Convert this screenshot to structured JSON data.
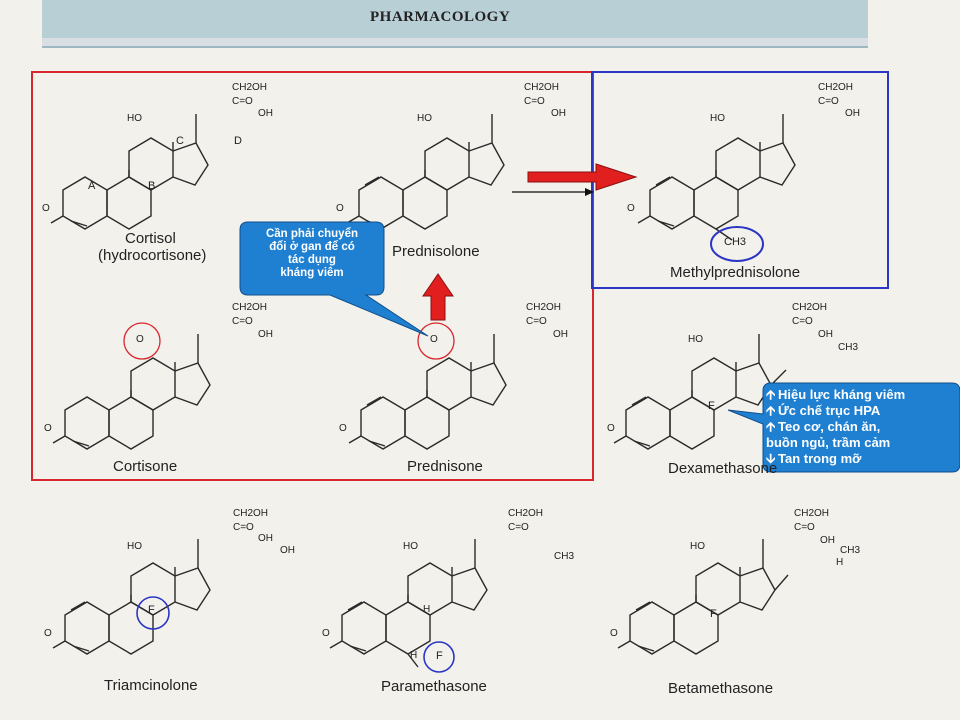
{
  "header": {
    "title": "PHARMACOLOGY"
  },
  "compounds": {
    "cortisol": {
      "name": "Cortisol",
      "alt_name": "(hydrocortisone)",
      "ring_labels": [
        "A",
        "B",
        "C",
        "D"
      ]
    },
    "prednisolone": {
      "name": "Prednisolone"
    },
    "methylprednisolone": {
      "name": "Methylprednisolone"
    },
    "cortisone": {
      "name": "Cortisone"
    },
    "prednisone": {
      "name": "Prednisone"
    },
    "dexamethasone": {
      "name": "Dexamethasone"
    },
    "triamcinolone": {
      "name": "Triamcinolone"
    },
    "paramethasone": {
      "name": "Paramethasone"
    },
    "betamethasone": {
      "name": "Betamethasone"
    }
  },
  "atoms": {
    "ch2oh": "CH2OH",
    "co": "C=O",
    "oh": "OH",
    "ho": "HO",
    "o": "O",
    "ch3": "CH3",
    "f": "F",
    "h": "H"
  },
  "callouts": {
    "liver": {
      "lines": [
        "Cần phải chuyển",
        "đổi ở gan để có",
        "tác dụng",
        "kháng viêm"
      ]
    },
    "dexa_effects": {
      "rows": [
        {
          "dir": "up",
          "text": "Hiệu lực kháng viêm"
        },
        {
          "dir": "up",
          "text": "Ức chế trục HPA"
        },
        {
          "dir": "up",
          "text": "Teo cơ, chán ăn,"
        },
        {
          "dir": "none",
          "text": "buồn ngủ, trầm cảm"
        },
        {
          "dir": "down",
          "text": "Tan trong mỡ"
        }
      ]
    }
  },
  "colors": {
    "red_frame": "#d9262e",
    "blue_frame": "#2b36c4",
    "callout_blue": "#1f80d1",
    "arrow_red": "#e11f1f"
  }
}
